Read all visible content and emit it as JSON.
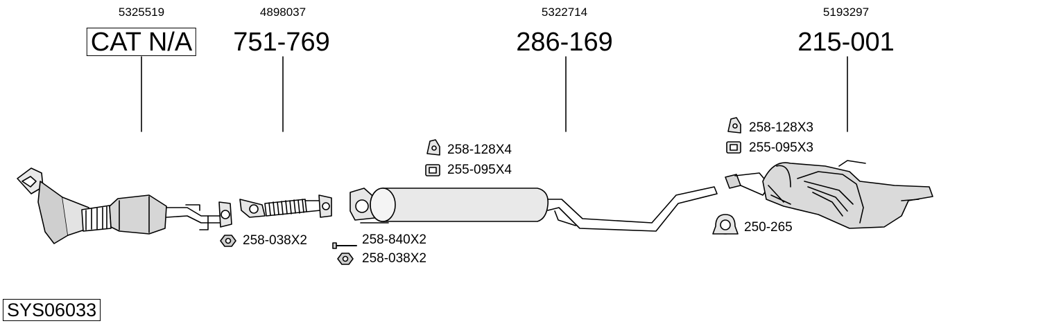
{
  "parts": [
    {
      "oem": "5325519",
      "number": "CAT N/A",
      "boxed": true
    },
    {
      "oem": "4898037",
      "number": "751-769",
      "boxed": false
    },
    {
      "oem": "5322714",
      "number": "286-169",
      "boxed": false
    },
    {
      "oem": "5193297",
      "number": "215-001",
      "boxed": false
    }
  ],
  "accessories": [
    {
      "label": "258-038X2",
      "icon": "nut-icon"
    },
    {
      "label": "258-840X2",
      "icon": "bolt-icon"
    },
    {
      "label": "258-038X2",
      "icon": "nut-icon"
    },
    {
      "label": "258-128X4",
      "icon": "rubber-hanger-icon"
    },
    {
      "label": "255-095X4",
      "icon": "rubber-mount-icon"
    },
    {
      "label": "258-128X3",
      "icon": "rubber-hanger-icon"
    },
    {
      "label": "255-095X3",
      "icon": "rubber-mount-icon"
    },
    {
      "label": "250-265",
      "icon": "pipe-clamp-icon"
    }
  ],
  "system_code": "SYS06033"
}
